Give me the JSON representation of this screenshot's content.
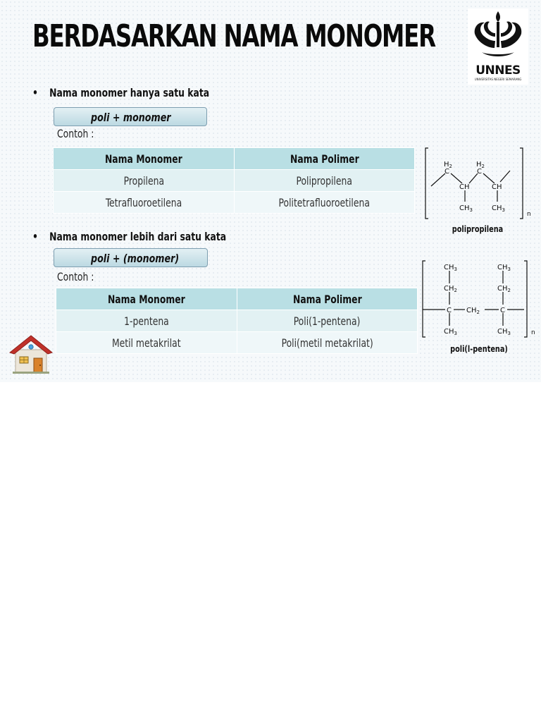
{
  "slide": {
    "title": "BERDASARKAN NAMA MONOMER",
    "logo": {
      "name": "UNNES",
      "subtitle": "UNIVERSITAS NEGERI SEMARANG"
    },
    "sections": [
      {
        "bullet": "Nama monomer hanya satu kata",
        "formula": "poli + monomer",
        "example_label": "Contoh :",
        "headers": [
          "Nama Monomer",
          "Nama Polimer"
        ],
        "rows": [
          [
            "Propilena",
            "Polipropilena"
          ],
          [
            "Tetrafluoroetilena",
            "Politetrafluoroetilena"
          ]
        ],
        "structure_caption": "polipropilena"
      },
      {
        "bullet": "Nama monomer lebih dari satu kata",
        "formula": "poli + (monomer)",
        "example_label": "Contoh :",
        "headers": [
          "Nama Monomer",
          "Nama Polimer"
        ],
        "rows": [
          [
            "1-pentena",
            "Poli(1-pentena)"
          ],
          [
            "Metil metakrilat",
            "Poli(metil metakrilat)"
          ]
        ],
        "structure_caption": "poli(l-pentena)"
      }
    ],
    "home_icon": "house-icon"
  }
}
